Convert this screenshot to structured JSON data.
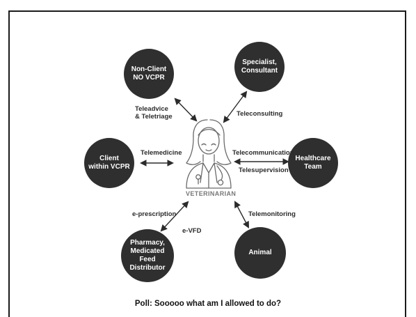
{
  "nodes": {
    "non_client": "Non-Client\nNO VCPR",
    "specialist": "Specialist,\nConsultant",
    "client": "Client\nwithin VCPR",
    "healthcare": "Healthcare\nTeam",
    "pharmacy": "Pharmacy,\nMedicated\nFeed\nDistributor",
    "animal": "Animal"
  },
  "labels": {
    "teleadvice": "Teleadvice\n& Teletriage",
    "teleconsulting": "Teleconsulting",
    "telemedicine": "Telemedicine",
    "telecommunication": "Telecommunication",
    "telesupervision": "Telesupervision",
    "eprescription": "e-prescription",
    "evfd": "e-VFD",
    "telemonitoring": "Telemonitoring"
  },
  "center": {
    "label": "VETERINARIAN"
  },
  "caption": "Poll: Sooooo what am I allowed to do?",
  "colors": {
    "node_fill": "#2f2f2f",
    "line": "#2b2b2b",
    "accent": "#c9c9c9"
  },
  "icons": {
    "center": "veterinarian-icon"
  }
}
